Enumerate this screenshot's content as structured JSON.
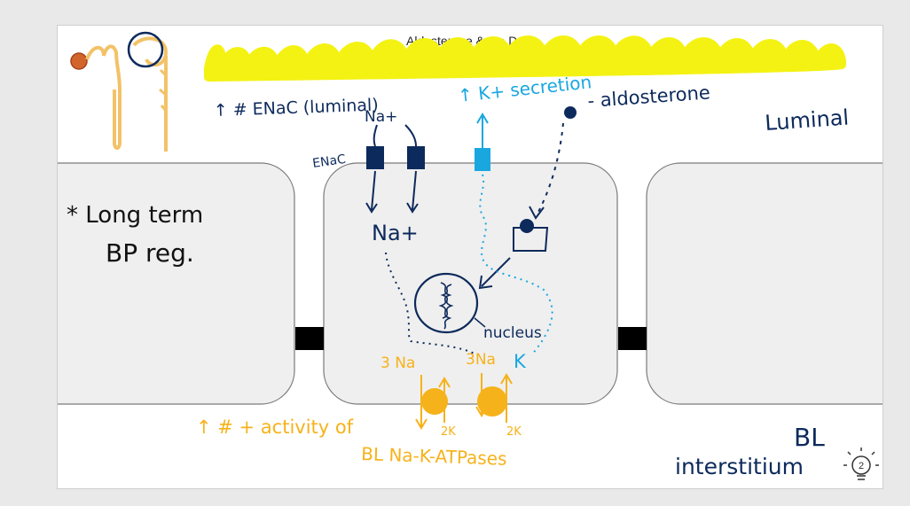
{
  "slide": {
    "title": "Aldosterone & the DCT",
    "page_number": "2"
  },
  "colors": {
    "navy": "#0d2a5c",
    "cyan": "#1aa7e0",
    "orange": "#f6b21a",
    "yellow": "#f4f213",
    "nephron": "#f3c268",
    "cell_fill": "#efefef",
    "cell_border": "#7a7a7a"
  },
  "labels": {
    "enac_increase": "↑ # ENaC (luminal)",
    "na_top": "Na+",
    "enac": "ENaC",
    "k_secretion": "↑ K+ secretion",
    "aldosterone": "- aldosterone",
    "luminal": "Luminal",
    "long_term": "* Long term",
    "bp_reg": "BP reg.",
    "na_cell": "Na+",
    "nucleus": "nucleus",
    "na3_left": "3 Na",
    "na3_right": "3Na",
    "k_cell": "K",
    "increase_activity": "↑ # + activity of",
    "atpase": "BL Na-K-ATPases",
    "k2_left": "2K",
    "k2_right": "2K",
    "bl": "BL",
    "interstitium": "interstitium"
  },
  "icons": [
    "nephron-icon",
    "lightbulb-icon"
  ]
}
